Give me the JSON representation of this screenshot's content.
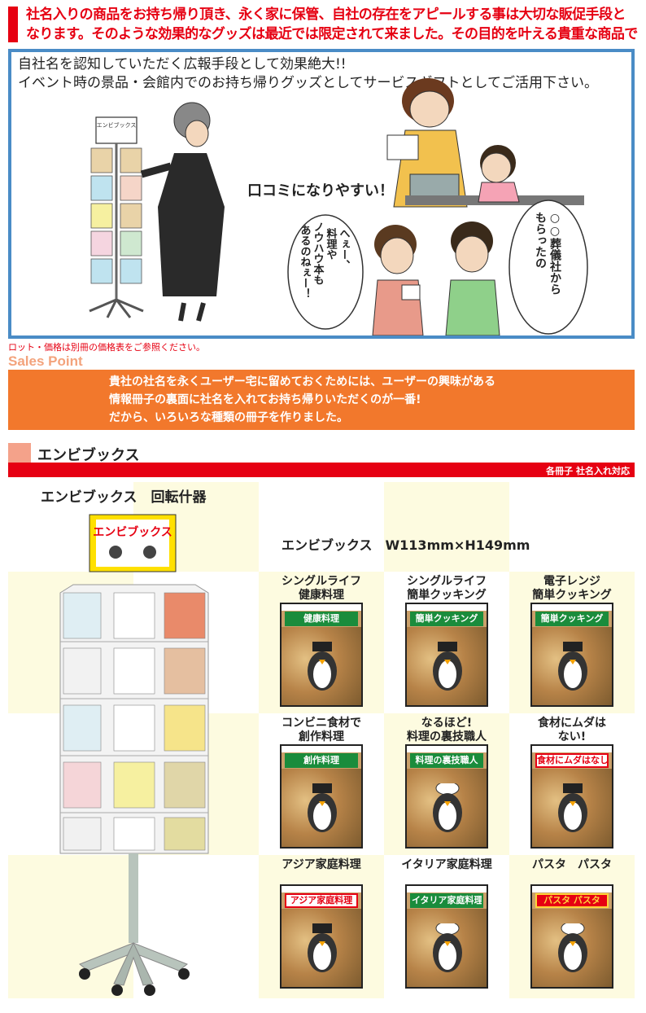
{
  "header": {
    "lines": [
      "社名入りの商品をお持ち帰り頂き、永く家に保管、自社の存在をアピールする事は大切な販促手段と",
      "なります。そのような効果的なグッズは最近では限定されて来ました。その目的を叶える貴重な商品です。"
    ]
  },
  "illustration": {
    "lead": [
      "自社名を認知していただく広報手段として効果絶大!!",
      "イベント時の景品・会館内でのお持ち帰りグッズとしてサービスギフトとしてご活用下さい。"
    ],
    "rack_sign": "エンビブックス",
    "speech_kuchikomi": "口コミになりやすい！",
    "bubble_left": [
      "へぇー、",
      "料理や",
      "ノウハウ本も",
      "あるのねぇー！"
    ],
    "bubble_right": [
      "○○葬儀社から",
      "もらったの"
    ]
  },
  "note": "ロット・価格は別冊の価格表をご参照ください。",
  "sales_point": {
    "title": "Sales Point",
    "lines": [
      "貴社の社名を永くユーザー宅に留めておくためには、ユーザーの興味がある",
      "情報冊子の裏面に社名を入れてお持ち帰りいただくのが一番!",
      "だから、いろいろな種類の冊子を作りました。"
    ]
  },
  "section": {
    "title": "エンビブックス",
    "subbar": "各冊子 社名入れ対応"
  },
  "rack": {
    "title": "エンビブックス　回転什器",
    "sign": "エンビブックス"
  },
  "size_label": "エンビブックス　W113mm×H149mm",
  "products": [
    {
      "label": [
        "シングルライフ",
        "健康料理"
      ],
      "cover": "健康料理",
      "style": "green"
    },
    {
      "label": [
        "シングルライフ",
        "簡単クッキング"
      ],
      "cover": "簡単クッキング",
      "style": "green"
    },
    {
      "label": [
        "電子レンジ",
        "簡単クッキング"
      ],
      "cover": "簡単クッキング",
      "style": "green"
    },
    {
      "label": [
        "コンビニ食材で",
        "創作料理"
      ],
      "cover": "創作料理",
      "style": "green"
    },
    {
      "label": [
        "なるほど!",
        "料理の裏技職人"
      ],
      "cover": "料理の裏技職人",
      "style": "green"
    },
    {
      "label": [
        "食材にムダは",
        "ない!"
      ],
      "cover": "食材にムダはなし!",
      "style": "white"
    },
    {
      "label": [
        "アジア家庭料理"
      ],
      "cover": "アジア家庭料理",
      "style": "white"
    },
    {
      "label": [
        "イタリア家庭料理"
      ],
      "cover": "イタリア家庭料理",
      "style": "green"
    },
    {
      "label": [
        "パスタ　パスタ"
      ],
      "cover": "パスタ パスタ",
      "style": "red"
    }
  ],
  "colors": {
    "red": "#e60012",
    "orange": "#f2782c",
    "blue_border": "#4a8cc6",
    "salmon": "#f4a28a",
    "cream": "#fdfbe0"
  }
}
